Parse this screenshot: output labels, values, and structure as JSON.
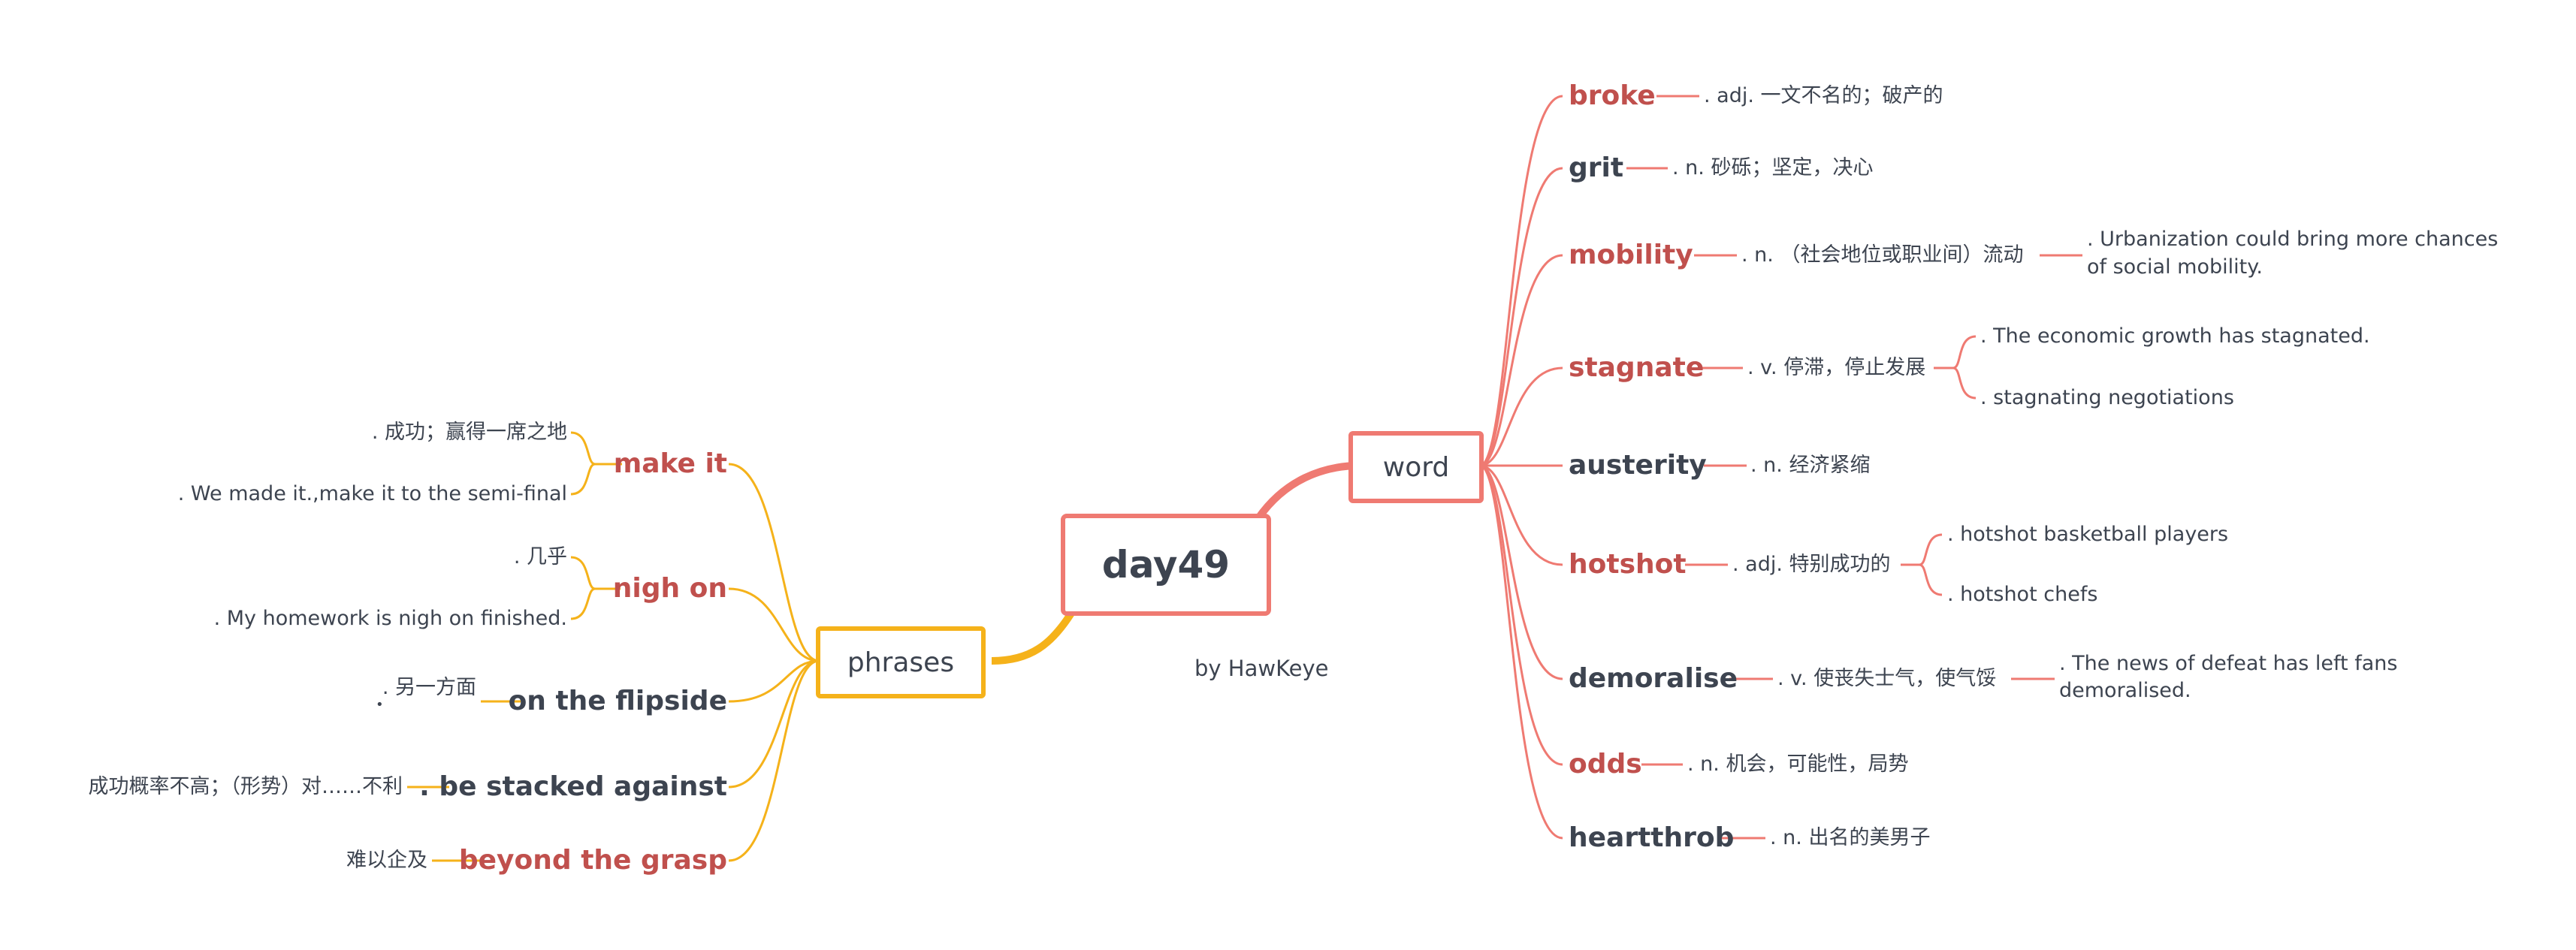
{
  "root": {
    "title": "day49",
    "byline": "by HawKeye"
  },
  "colors": {
    "word_branch": "#ef7a72",
    "phrase_branch": "#f5b21a",
    "keyword_highlight": "#c0504d",
    "keyword_dark": "#3d4450"
  },
  "word": {
    "label": "word",
    "items": [
      {
        "term": "broke",
        "definition": ". adj. 一文不名的；破产的",
        "examples": []
      },
      {
        "term": "grit",
        "definition": ". n. 砂砾；坚定，决心",
        "examples": []
      },
      {
        "term": "mobility",
        "definition": ". n. （社会地位或职业间）流动",
        "examples": [
          ". Urbanization could bring more chances",
          "of social mobility."
        ]
      },
      {
        "term": "stagnate",
        "definition": ". v. 停滞，停止发展",
        "examples": [
          ". The economic growth has stagnated.",
          ". stagnating negotiations"
        ]
      },
      {
        "term": "austerity",
        "definition": ". n. 经济紧缩",
        "examples": []
      },
      {
        "term": "hotshot",
        "definition": ". adj. 特别成功的",
        "examples": [
          ". hotshot basketball players",
          ". hotshot chefs"
        ]
      },
      {
        "term": "demoralise",
        "definition": ". v. 使丧失士气，使气馁",
        "examples": [
          ". The news of defeat has left fans",
          "demoralised."
        ]
      },
      {
        "term": "odds",
        "definition": ". n. 机会，可能性，局势",
        "examples": []
      },
      {
        "term": "heartthrob",
        "definition": ". n. 出名的美男子",
        "examples": []
      }
    ]
  },
  "phrases": {
    "label": "phrases",
    "items": [
      {
        "term": "make it",
        "notes": [
          ". 成功；赢得一席之地",
          ". We made it.,make it to the semi-final"
        ]
      },
      {
        "term": "nigh on",
        "notes": [
          ". 几乎",
          ". My homework is nigh on finished."
        ]
      },
      {
        "term": "on the flipside",
        "notes": [
          ". 另一方面",
          "•"
        ]
      },
      {
        "term": ". be stacked against",
        "notes": [
          "成功概率不高；（形势）对……不利"
        ]
      },
      {
        "term": "beyond the grasp",
        "notes": [
          "难以企及"
        ]
      }
    ]
  }
}
